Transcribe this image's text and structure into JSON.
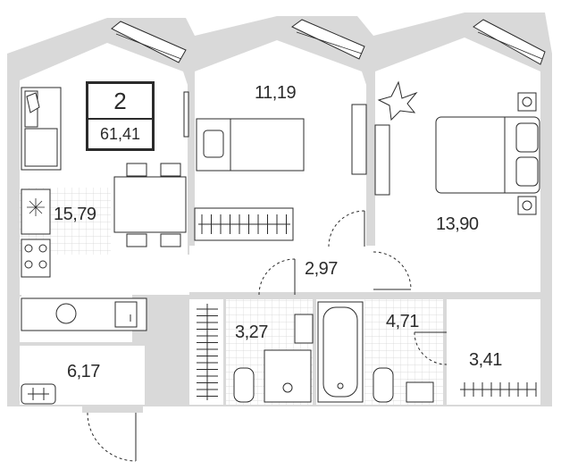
{
  "summary": {
    "rooms": "2",
    "total_area": "61,41"
  },
  "rooms": [
    {
      "id": "living-kitchen",
      "area": "15,79"
    },
    {
      "id": "bedroom-small",
      "area": "11,19"
    },
    {
      "id": "bedroom-large",
      "area": "13,90"
    },
    {
      "id": "corridor",
      "area": "2,97"
    },
    {
      "id": "bathroom-1",
      "area": "3,27"
    },
    {
      "id": "bathroom-2",
      "area": "4,71"
    },
    {
      "id": "storage",
      "area": "3,41"
    },
    {
      "id": "hallway",
      "area": "6,17"
    }
  ],
  "colors": {
    "wall": "#d8d8d8",
    "line": "#2b2b2b",
    "tile": "#cfcfcf",
    "background": "#ffffff"
  }
}
